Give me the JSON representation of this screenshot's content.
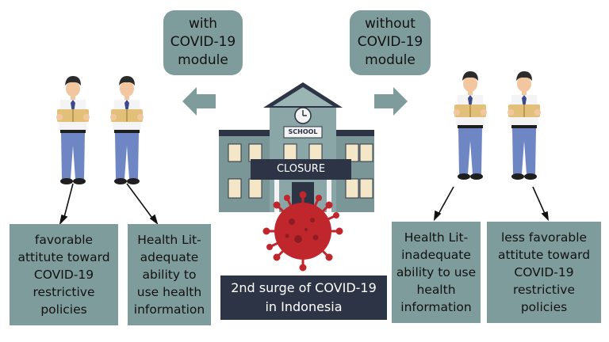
{
  "top_left_bubble": [
    "with",
    "COVID-19",
    "module"
  ],
  "top_right_bubble": [
    "without",
    "COVID-19",
    "module"
  ],
  "school_sign": "SCHOOL",
  "closure_label": "CLOSURE",
  "surge_label": [
    "2nd surge of COVID-19",
    "in Indonesia"
  ],
  "outcome_boxes": {
    "box1": [
      "favorable",
      "attitute toward",
      "COVID-19",
      "restrictive",
      "policies"
    ],
    "box2": [
      "Health Lit-",
      "adequate",
      "ability to",
      "use health",
      "information"
    ],
    "box3": [
      "Health Lit-",
      "inadequate",
      "ability to use",
      "health",
      "information"
    ],
    "box4": [
      "less favorable",
      "attitute toward",
      "COVID-19",
      "restrictive",
      "policies"
    ]
  },
  "colors": {
    "box_fill": "#7f9c9c",
    "dark_label": "#2d3445",
    "virus": "#c0272d",
    "school_wall": "#7a9696",
    "roof": "#2d3445"
  }
}
